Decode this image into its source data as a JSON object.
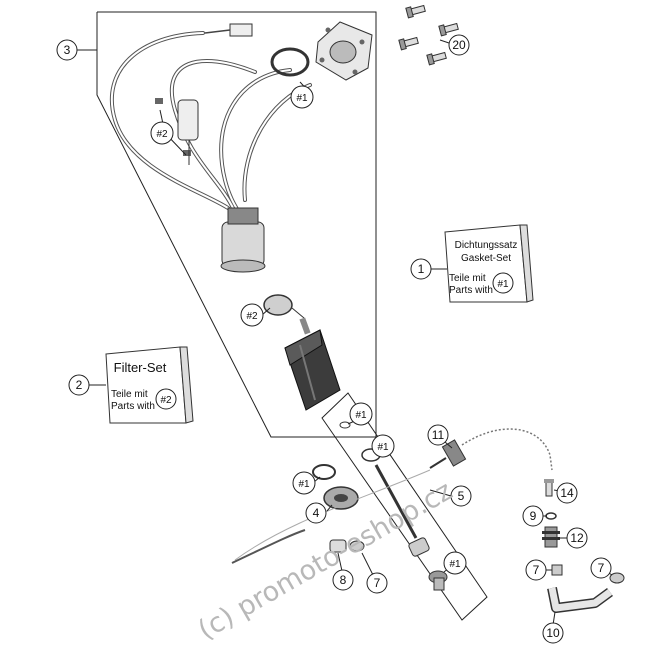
{
  "callouts": {
    "n1": "1",
    "n2": "2",
    "n3": "3",
    "n4": "4",
    "n5": "5",
    "n7a": "7",
    "n7b": "7",
    "n7c": "7",
    "n8": "8",
    "n9": "9",
    "n10": "10",
    "n11": "11",
    "n12": "12",
    "n14": "14",
    "n20": "20"
  },
  "refs": {
    "hash1": "#1",
    "hash2": "#2"
  },
  "gasket_set": {
    "line1": "Dichtungssatz",
    "line2": "Gasket-Set",
    "line3": "Teile mit",
    "line4": "Parts with",
    "ref": "#1"
  },
  "filter_set": {
    "title": "Filter-Set",
    "line1": "Teile mit",
    "line2": "Parts with",
    "ref": "#2"
  },
  "watermark": "(c) promoto-eshop.cz"
}
